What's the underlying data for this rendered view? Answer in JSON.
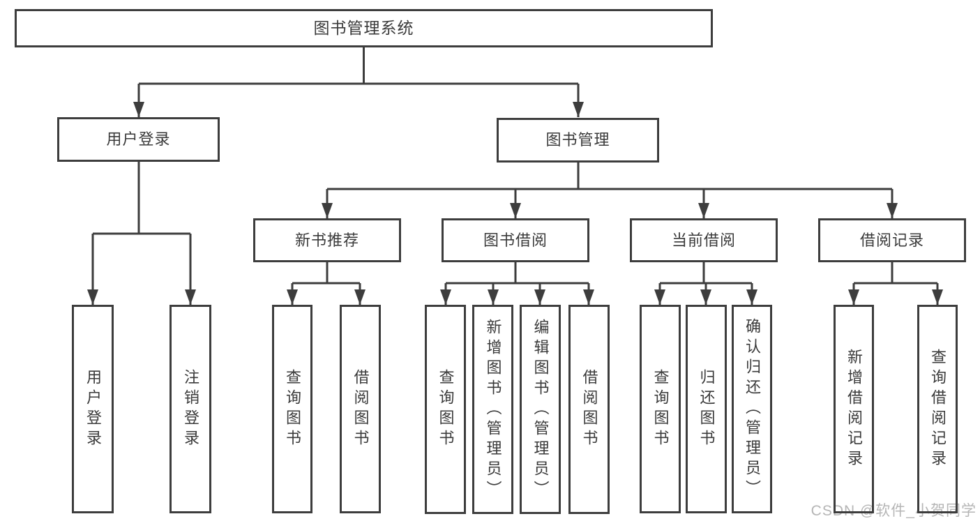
{
  "watermark": "CSDN @软件_小贺同学",
  "colors": {
    "line": "#3d3d3d",
    "text": "#3a3a3a",
    "watermark": "#b5b5b5",
    "bg": "#ffffff"
  },
  "tree": {
    "label": "图书管理系统",
    "children": [
      {
        "label": "用户登录",
        "children": [
          {
            "label": "用户登录"
          },
          {
            "label": "注销登录"
          }
        ]
      },
      {
        "label": "图书管理",
        "children": [
          {
            "label": "新书推荐",
            "children": [
              {
                "label": "查询图书"
              },
              {
                "label": "借阅图书"
              }
            ]
          },
          {
            "label": "图书借阅",
            "children": [
              {
                "label": "查询图书"
              },
              {
                "label": "新增图书（管理员）"
              },
              {
                "label": "编辑图书（管理员）"
              },
              {
                "label": "借阅图书"
              }
            ]
          },
          {
            "label": "当前借阅",
            "children": [
              {
                "label": "查询图书"
              },
              {
                "label": "归还图书"
              },
              {
                "label": "确认归还（管理员）"
              }
            ]
          },
          {
            "label": "借阅记录",
            "children": [
              {
                "label": "新增借阅记录"
              },
              {
                "label": "查询借阅记录"
              }
            ]
          }
        ]
      }
    ]
  }
}
